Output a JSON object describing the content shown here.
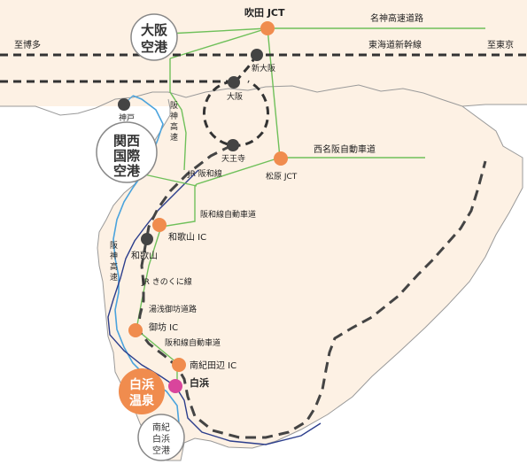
{
  "map": {
    "colors": {
      "land": "#fdf1e4",
      "coast": "#9a9a9a",
      "river": "#4aa3dd",
      "rail_jr": "#2c3e8c",
      "road": "#6fc05a",
      "shinkansen": "#333333",
      "ic_point": "#f08c4e",
      "station_point": "#444444",
      "onsen_point": "#d9459c",
      "onsen_badge": "#f08c4e"
    },
    "legends": {
      "meishin": "名神高速道路",
      "to_hakata": "至博多",
      "shinkansen": "東海道新幹線",
      "to_tokyo": "至東京",
      "nishi_meihan": "西名阪自動車道",
      "jr_hanwa": "JR 阪和線",
      "hanwa_expwy_1": "阪和線自動車道",
      "jr_kinokuni": "JR きのくに線",
      "yuasa_gobo": "湯浅御坊道路",
      "hanwa_expwy_2": "阪和線自動車道",
      "hanshin_top": [
        "阪",
        "神",
        "高",
        "速"
      ],
      "hanshin_bottom": [
        "阪",
        "神",
        "高",
        "速"
      ]
    },
    "points": {
      "suita": "吹田 JCT",
      "shin_osaka": "新大阪",
      "osaka": "大阪",
      "kobe": "神戸",
      "tennoji": "天王寺",
      "matsubara": "松原 JCT",
      "wakayama_ic": "和歌山 IC",
      "wakayama": "和歌山",
      "gobo_ic": "御坊 IC",
      "minami_kii_tanabe": "南紀田辺 IC",
      "shirahama": "白浜"
    },
    "airports": {
      "osaka_l1": "大阪",
      "osaka_l2": "空港",
      "kansai_l1": "関西",
      "kansai_l2": "国際",
      "kansai_l3": "空港",
      "nanki_l1": "南紀",
      "nanki_l2": "白浜",
      "nanki_l3": "空港"
    },
    "onsen": {
      "l1": "白浜",
      "l2": "温泉"
    }
  }
}
